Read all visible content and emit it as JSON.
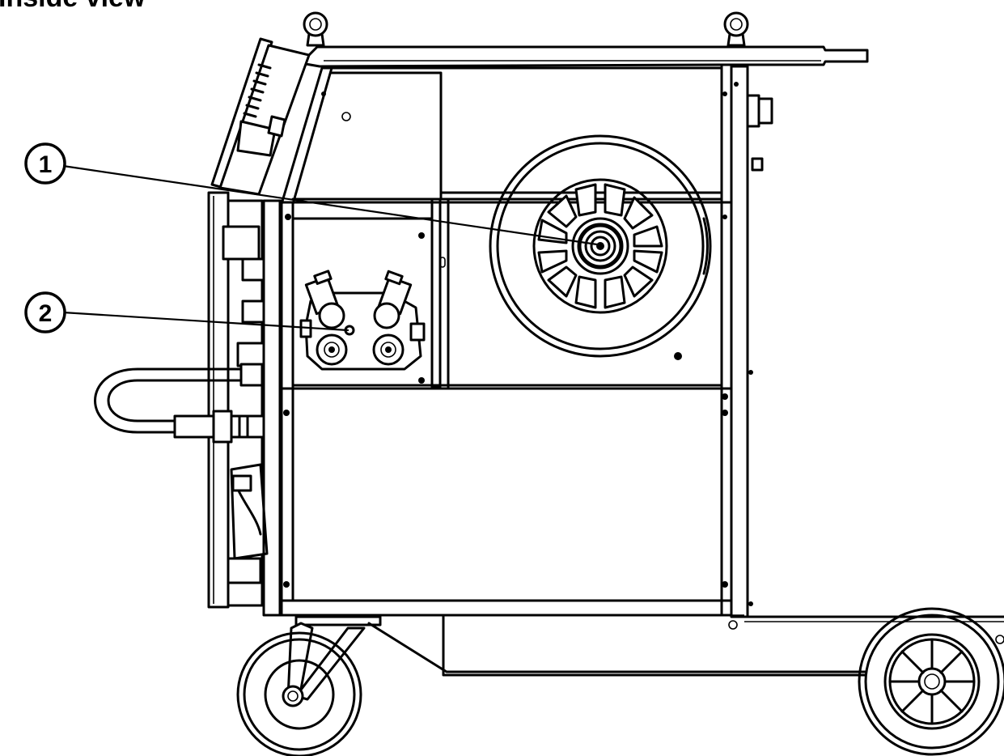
{
  "title": "Inside view",
  "callouts": [
    {
      "number": "1",
      "target": "wire-spool-holder"
    },
    {
      "number": "2",
      "target": "wire-feed-unit"
    }
  ],
  "colors": {
    "line": "#000000",
    "background": "#ffffff"
  }
}
